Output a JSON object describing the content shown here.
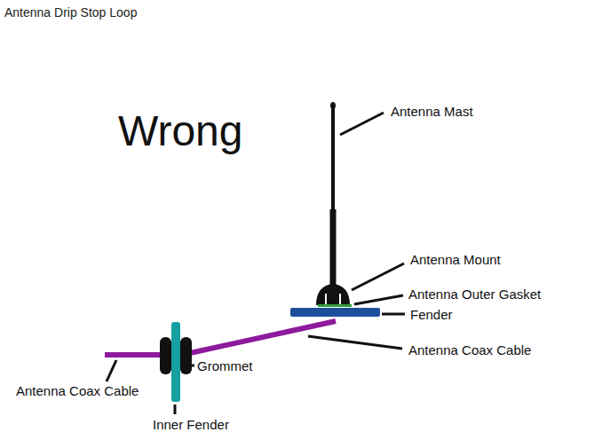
{
  "diagram": {
    "title": "Antenna Drip Stop Loop",
    "labels": [
      "Wrong",
      "Antenna Mast",
      "Antenna Mount",
      "Antenna Outer Gasket",
      "Fender",
      "Antenna Coax Cable",
      "Grommet",
      "Antenna Coax Cable",
      "Inner Fender"
    ]
  }
}
